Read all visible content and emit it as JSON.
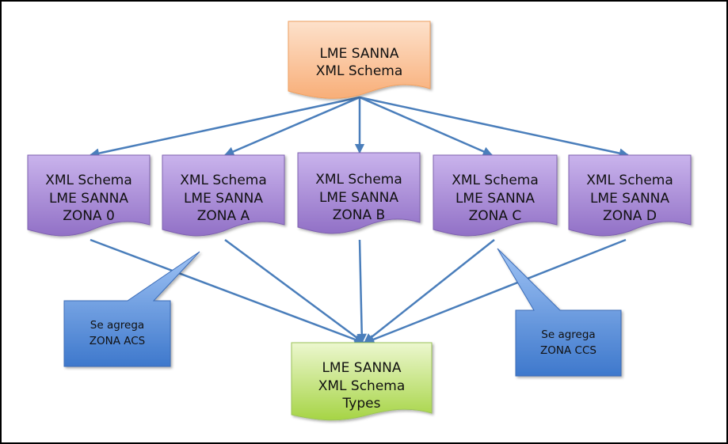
{
  "diagram": {
    "top_node": {
      "lines": [
        "LME SANNA",
        "XML Schema"
      ],
      "color": "#f9b98a"
    },
    "zone_nodes": [
      {
        "lines": [
          "XML Schema",
          "LME SANNA",
          "ZONA 0"
        ]
      },
      {
        "lines": [
          "XML Schema",
          "LME SANNA",
          "ZONA A"
        ]
      },
      {
        "lines": [
          "XML Schema",
          "LME SANNA",
          "ZONA B"
        ]
      },
      {
        "lines": [
          "XML Schema",
          "LME SANNA",
          "ZONA C"
        ]
      },
      {
        "lines": [
          "XML Schema",
          "LME SANNA",
          "ZONA D"
        ]
      }
    ],
    "bottom_node": {
      "lines": [
        "LME SANNA",
        "XML Schema",
        "Types"
      ],
      "color": "#bde26a"
    },
    "callouts": [
      {
        "lines": [
          "Se agrega",
          "ZONA ACS"
        ],
        "points_to": "ZONA A"
      },
      {
        "lines": [
          "Se agrega",
          "ZONA CCS"
        ],
        "points_to": "ZONA C"
      }
    ],
    "colors": {
      "zone_fill": "#a989d6",
      "connector": "#4a7ebb",
      "callout_fill": "#5f93d9",
      "frame_border": "#000000"
    }
  }
}
